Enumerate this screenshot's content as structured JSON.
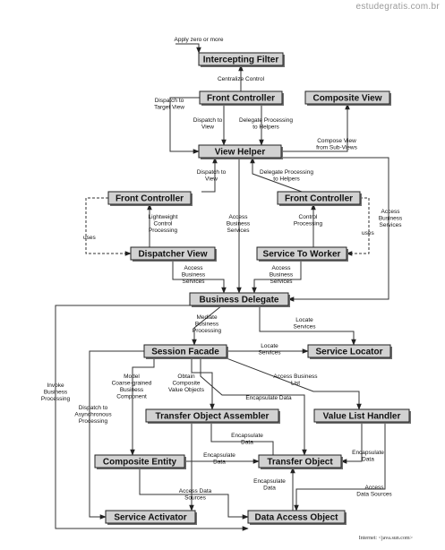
{
  "watermark": "estudegratis.com.br",
  "footer": "Internet: <java.sun.com>",
  "boxes": {
    "intercepting_filter": "Intercepting Filter",
    "front_controller_top": "Front Controller",
    "composite_view": "Composite View",
    "view_helper": "View Helper",
    "front_controller_left": "Front Controller",
    "front_controller_right": "Front Controller",
    "dispatcher_view": "Dispatcher View",
    "service_to_worker": "Service To Worker",
    "business_delegate": "Business Delegate",
    "session_facade": "Session Facade",
    "service_locator": "Service Locator",
    "transfer_object_assembler": "Transfer Object Assembler",
    "value_list_handler": "Value List Handler",
    "composite_entity": "Composite Entity",
    "transfer_object": "Transfer Object",
    "service_activator": "Service Activator",
    "data_access_object": "Data Access Object"
  },
  "labels": {
    "apply_zero_or_more": [
      "Apply zero or more"
    ],
    "centralize_control": [
      "Centralize Control"
    ],
    "dispatch_to_target_view": [
      "Dispatch to",
      "Target View"
    ],
    "dispatch_to_view_top": [
      "Dispatch to",
      "View"
    ],
    "delegate_processing_top": [
      "Delegate Processing",
      "to Helpers"
    ],
    "compose_view": [
      "Compose View",
      "from Sub-Views"
    ],
    "dispatch_to_view_mid": [
      "Dispatch to",
      "View"
    ],
    "delegate_processing_mid": [
      "Delegate Processing",
      "to Helpers"
    ],
    "lightweight_control": [
      "Lightweight",
      "Control",
      "Processing"
    ],
    "uses_left": [
      "uses"
    ],
    "access_business_services_center": [
      "Access",
      "Business",
      "Services"
    ],
    "control_processing": [
      "Control",
      "Processing"
    ],
    "uses_right": [
      "uses"
    ],
    "access_business_services_right": [
      "Access",
      "Business",
      "Services"
    ],
    "access_business_services_dv": [
      "Access",
      "Business",
      "Services"
    ],
    "access_business_services_stw": [
      "Access",
      "Business",
      "Services"
    ],
    "mediate_business_processing": [
      "Mediate",
      "Business",
      "Processing"
    ],
    "locate_services_bd": [
      "Locate",
      "Services"
    ],
    "locate_services_sf": [
      "Locate",
      "Services"
    ],
    "invoke_business_processing": [
      "Invoke",
      "Business",
      "Processing"
    ],
    "dispatch_to_async": [
      "Dispatch to",
      "Asynchronous",
      "Processing"
    ],
    "model_coarse_grained": [
      "Model",
      "Coarse-grained",
      "Business",
      "Component"
    ],
    "obtain_composite_value": [
      "Obtain",
      "Composite",
      "Value Objects"
    ],
    "access_business_list": [
      "Access Business",
      "List"
    ],
    "encapsulate_data_sf": [
      "Encapsulate Data"
    ],
    "encapsulate_data_toa": [
      "Encapsulate",
      "Data"
    ],
    "encapsulate_data_ce": [
      "Encapsulate",
      "Data"
    ],
    "encapsulate_data_vlh": [
      "Encapsulate",
      "Data"
    ],
    "encapsulate_data_dao": [
      "Encapsulate",
      "Data"
    ],
    "access_data_sources_left": [
      "Access Data",
      "Sources"
    ],
    "access_data_sources_right": [
      "Access",
      "Data Sources"
    ]
  }
}
